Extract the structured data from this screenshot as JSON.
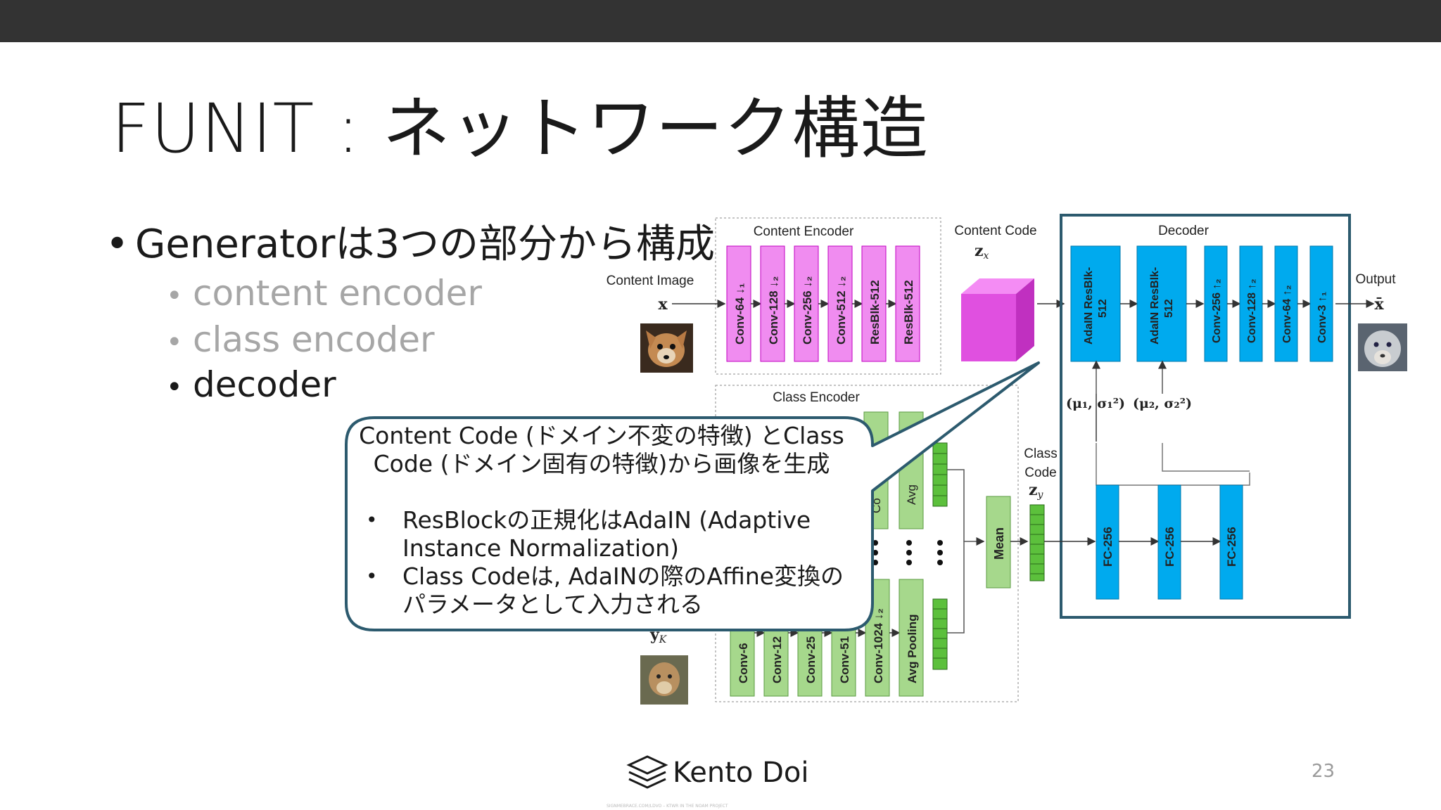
{
  "slide": {
    "title": "FUNIT : ネットワーク構造",
    "bullet_main": "Generatorは3つの部分から構成",
    "sub_bullets": [
      "content encoder",
      "class encoder",
      "decoder"
    ],
    "page_number": "23",
    "logo_text": "Kento Doi",
    "credit_text": "SIGNMEBRACE.COM/LDVO – KTWR IN THE NOAM PROJECT"
  },
  "diagram": {
    "content_encoder_label": "Content Encoder",
    "content_encoder_blocks": [
      "Conv-64 ↓₁",
      "Conv-128 ↓₂",
      "Conv-256 ↓₂",
      "Conv-512 ↓₂",
      "ResBlk-512",
      "ResBlk-512"
    ],
    "content_image_label": "Content Image",
    "content_image_var": "x",
    "content_code_label": "Content Code",
    "content_code_var": "zx",
    "decoder_label": "Decoder",
    "decoder_resblocks": [
      "AdaIN ResBlk-",
      "512"
    ],
    "decoder_conv_blocks": [
      "Conv-256 ↑₂",
      "Conv-128 ↑₂",
      "Conv-64 ↑₂",
      "Conv-3 ↑₁"
    ],
    "mu1": "(μ₁, σ₁²)",
    "mu2": "(μ₂, σ₂²)",
    "output_label": "Output",
    "output_var": "x̄",
    "class_encoder_label": "Class Encoder",
    "class_encoder_blocks": [
      "Conv-6",
      "Conv-12",
      "Conv-25",
      "Conv-51",
      "Conv-1024 ↓₂",
      "Avg Pooling"
    ],
    "class_encoder_top_partial": [
      "Co",
      "Avg"
    ],
    "mean_label": "Mean",
    "class_code_label_1": "Class",
    "class_code_label_2": "Code",
    "class_code_var": "zy",
    "yk_var": "yK",
    "fc_blocks": [
      "FC-256",
      "FC-256",
      "FC-256"
    ],
    "ellipsis": "⋮",
    "colors": {
      "content_block": "#f08cf0",
      "content_block_border": "#c000c0",
      "content_code": "#e040e0",
      "decoder_block": "#00aaee",
      "decoder_border": "#2c5a6e",
      "class_block": "#a6d88c",
      "class_block_border": "#5a9a40",
      "code_vector": "#5cc03c"
    }
  },
  "callout": {
    "line1": "Content Code (ドメイン不変の特徴) とClass Code (ドメイン固有の特徴)から画像を生成",
    "item1": "ResBlockの正規化はAdaIN (Adaptive Instance Normalization)",
    "item2": "Class Codeは, AdaINの際のAffine変換のパラメータとして入力される",
    "bullet_glyph": "•"
  }
}
